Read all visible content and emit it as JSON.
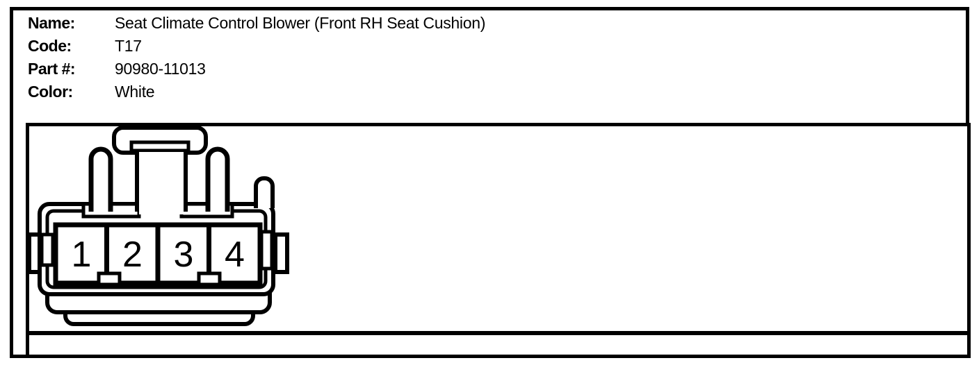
{
  "header": {
    "fields": [
      {
        "label": "Name:",
        "value": "Seat Climate Control Blower (Front RH Seat Cushion)"
      },
      {
        "label": "Code:",
        "value": "T17"
      },
      {
        "label": "Part #:",
        "value": "90980-11013"
      },
      {
        "label": "Color:",
        "value": "White"
      }
    ]
  },
  "connector": {
    "description": "4-pin connector front view line drawing",
    "pin_count": 4,
    "pins": [
      "1",
      "2",
      "3",
      "4"
    ],
    "colors": {
      "line": "#000000",
      "background": "#ffffff"
    }
  }
}
